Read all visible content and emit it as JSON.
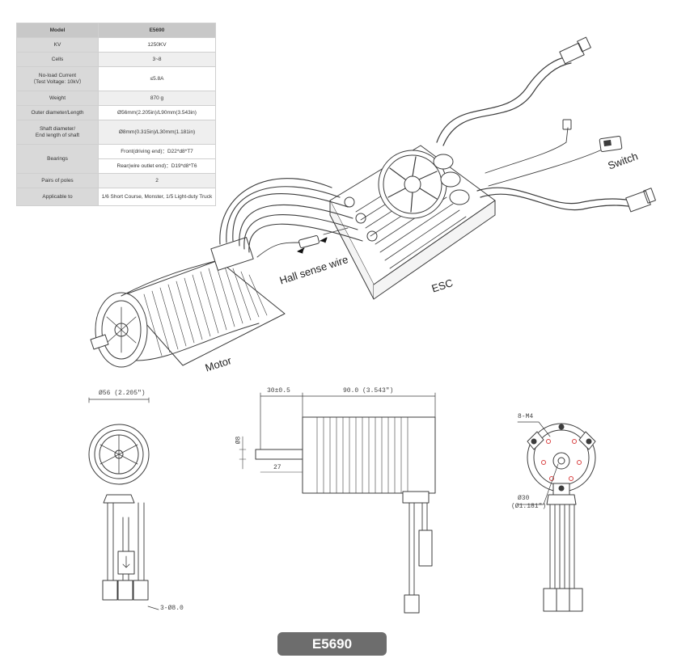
{
  "spec_table": {
    "rows": [
      {
        "label": "Model",
        "value": "E5690"
      },
      {
        "label": "KV",
        "value": "1250KV"
      },
      {
        "label": "Cells",
        "value": "3~8"
      },
      {
        "label_line1": "No-load Current",
        "label_line2": "（Test Voltage: 10kV）",
        "value": "≤5.8A"
      },
      {
        "label": "Weight",
        "value": "870 g"
      },
      {
        "label": "Outer diameter/Length",
        "value": "Ø56mm(2.205in)/L90mm(3.543in)"
      },
      {
        "label_line1": "Shaft diameter/",
        "label_line2": "End length of shaft",
        "value": "Ø8mm(0.315in)/L30mm(1.181in)"
      },
      {
        "label": "Bearings",
        "value_line1": "Front(driving end)：D22*d8*T7",
        "value_line2": "Rear(wire outlet end)：D19*d8*T6"
      },
      {
        "label": "Pairs of poles",
        "value": "2"
      },
      {
        "label": "Applicable to",
        "value": "1/6 Short Course, Monster, 1/5 Light-duty Truck"
      }
    ]
  },
  "labels": {
    "switch": "Switch",
    "hall_sense_wire": "Hall sense wire",
    "esc": "ESC",
    "motor": "Motor"
  },
  "dimensions": {
    "diameter_top": "Ø56 (2.205\")",
    "shaft_length": "30±0.5",
    "body_length": "90.0 (3.543\")",
    "shaft_diameter": "Ø8",
    "shaft_dim": "27",
    "mount_holes": "8-M4",
    "bolt_circle_mm": "Ø30",
    "bolt_circle_in": "(Ø1.181\")",
    "connector_label": "3-Ø8.0"
  },
  "model_badge": "E5690",
  "colors": {
    "line": "#3c3c3c",
    "table_label_bg": "#d9d9d9",
    "badge_bg": "#6d6d6d",
    "hole_accent": "#d94040"
  }
}
